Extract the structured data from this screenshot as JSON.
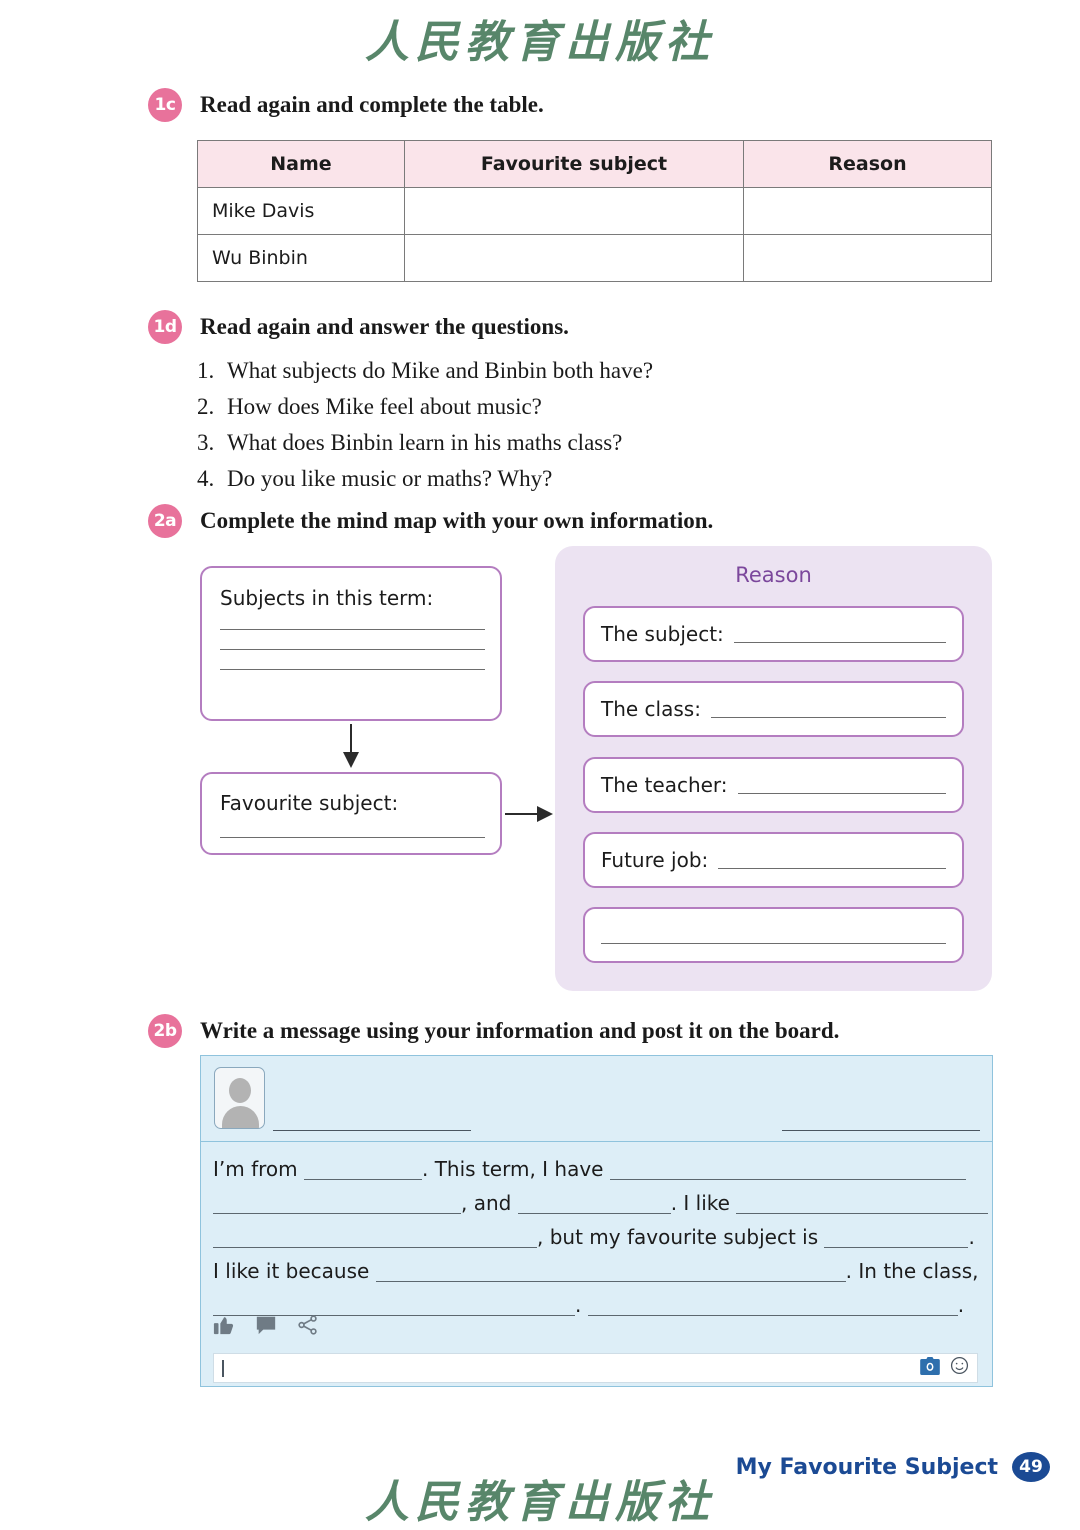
{
  "watermark": {
    "text": "人民教育出版社"
  },
  "sections": {
    "s1c": {
      "badge": "1c",
      "title": "Read again and complete the table."
    },
    "s1d": {
      "badge": "1d",
      "title": "Read again and answer the questions."
    },
    "s2a": {
      "badge": "2a",
      "title": "Complete the mind map with your own information."
    },
    "s2b": {
      "badge": "2b",
      "title": "Write a message using your information and post it on the board."
    }
  },
  "table": {
    "headers": [
      "Name",
      "Favourite subject",
      "Reason"
    ],
    "rows": [
      {
        "name": "Mike Davis",
        "subject": "",
        "reason": ""
      },
      {
        "name": "Wu Binbin",
        "subject": "",
        "reason": ""
      }
    ]
  },
  "questions": [
    {
      "num": "1.",
      "text": "What subjects do Mike and Binbin both have?"
    },
    {
      "num": "2.",
      "text": "How does Mike feel about music?"
    },
    {
      "num": "3.",
      "text": "What does Binbin learn in his maths class?"
    },
    {
      "num": "4.",
      "text": "Do you like music or maths? Why?"
    }
  ],
  "mindmap": {
    "subjects_box_label": "Subjects in this term:",
    "favourite_box_label": "Favourite subject:",
    "panel_title": "Reason",
    "reason_items": [
      {
        "label": "The subject:"
      },
      {
        "label": "The class:"
      },
      {
        "label": "The teacher:"
      },
      {
        "label": "Future job:"
      },
      {
        "label": ""
      }
    ]
  },
  "message": {
    "line1a": "I’m from",
    "line1b": ". This term, I have",
    "line2a": ", and",
    "line2b": ". I like",
    "line3a": ", but my favourite subject is",
    "line3b": ".",
    "line4a": "I like it because",
    "line4b": ". In the class,",
    "line5a": ".",
    "line5b": ".",
    "actions": [
      "thumbs-up-icon",
      "comment-icon",
      "share-icon"
    ],
    "input_icons": [
      "camera-icon",
      "emoji-icon"
    ],
    "input_value": ""
  },
  "footer": {
    "title": "My Favourite Subject",
    "page": "49"
  },
  "colors": {
    "badge_pink": "#e8729b",
    "table_header_pink": "#fae4ea",
    "panel_purple": "#ece3f2",
    "box_border_purple": "#b47dc0",
    "reason_title_purple": "#7b479c",
    "card_blue": "#ddeef7",
    "card_border_blue": "#8fc3dd",
    "footer_blue": "#1b4a94",
    "watermark_green": "#4a7c5e"
  }
}
